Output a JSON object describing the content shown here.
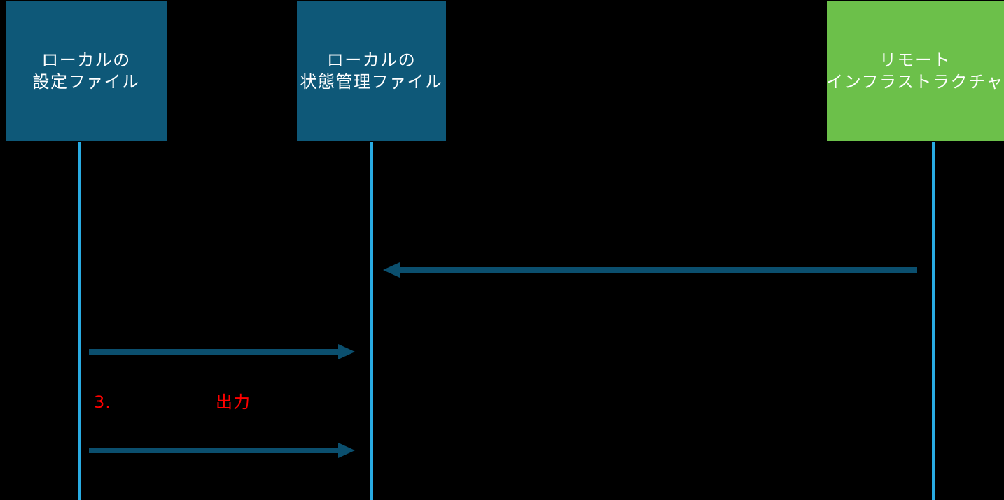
{
  "diagram": {
    "type": "sequence",
    "actors": [
      {
        "id": "local-config-file",
        "line1": "ローカルの",
        "line2": "設定ファイル",
        "color": "#0E5878"
      },
      {
        "id": "local-state-file",
        "line1": "ローカルの",
        "line2": "状態管理ファイル",
        "color": "#0E5878"
      },
      {
        "id": "remote-infrastructure",
        "line1": "リモート",
        "line2": "インフラストラクチャ",
        "color": "#6CC04A"
      }
    ],
    "messages": [
      {
        "id": "remote-to-state",
        "from": "remote-infrastructure",
        "to": "local-state-file",
        "direction": "left",
        "label": ""
      },
      {
        "id": "config-to-state-1",
        "from": "local-config-file",
        "to": "local-state-file",
        "direction": "right",
        "label": ""
      },
      {
        "id": "config-to-state-2",
        "from": "local-config-file",
        "to": "local-state-file",
        "direction": "right",
        "label": ""
      }
    ],
    "annotation": {
      "number": "3.",
      "label": "出力"
    },
    "colors": {
      "background": "#000000",
      "actor_blue": "#0E5878",
      "actor_green": "#6CC04A",
      "actor_text": "#FFFFFF",
      "lifeline": "#29ABE2",
      "arrow": "#0B4F6E",
      "annotation_red": "#FF0000"
    }
  }
}
